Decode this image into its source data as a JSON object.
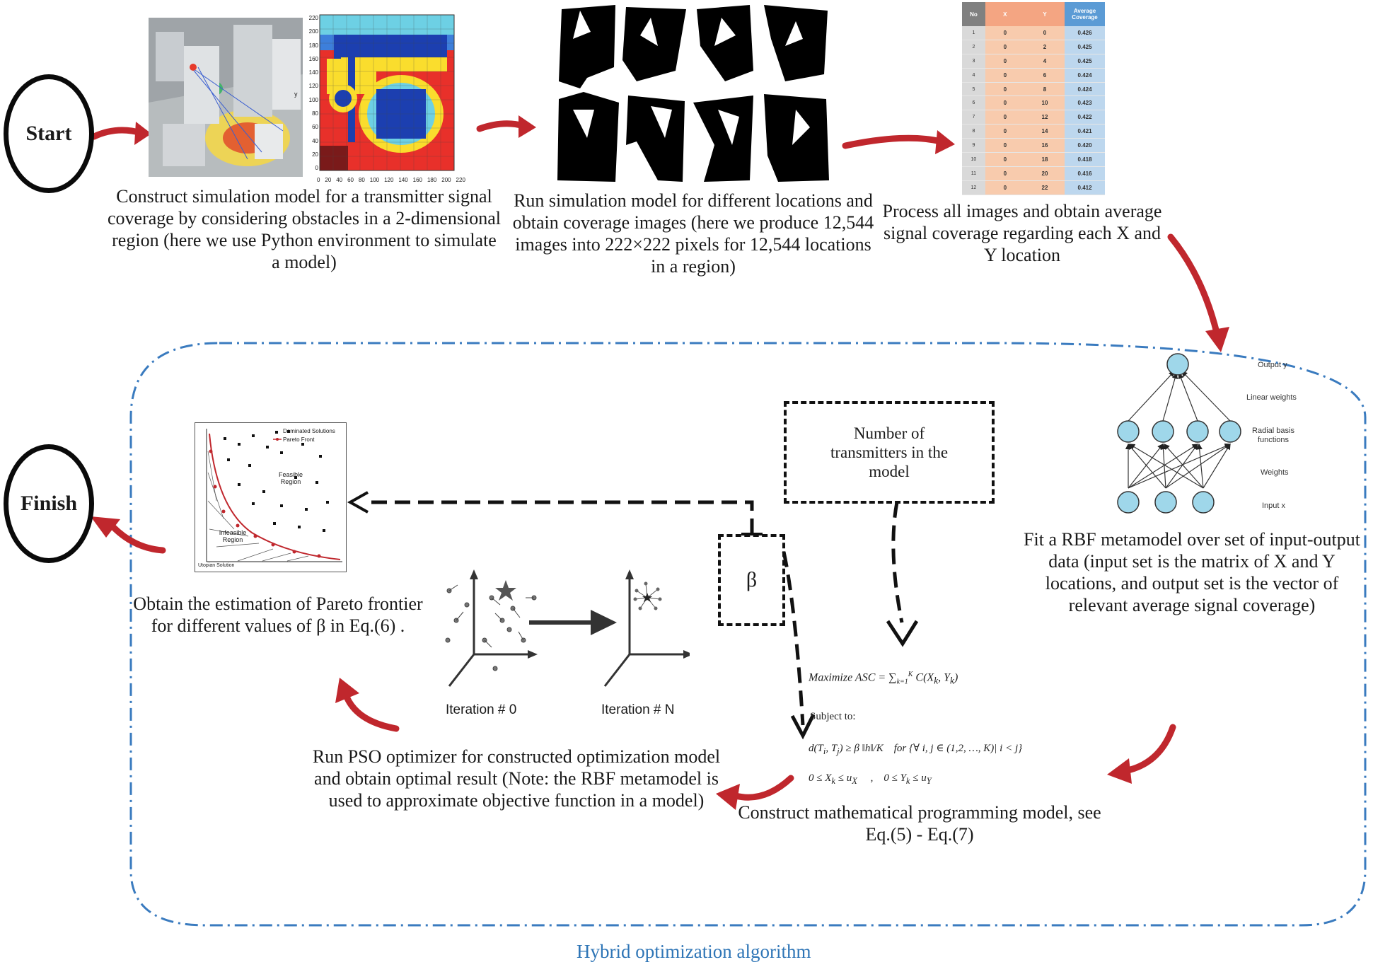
{
  "start_label": "Start",
  "finish_label": "Finish",
  "step1": {
    "caption": "Construct simulation model for a transmitter signal coverage by considering obstacles in a 2-dimensional region (here we use Python environment to simulate a model)",
    "heatmap_y_ticks": [
      "220",
      "200",
      "180",
      "160",
      "140",
      "120",
      "100",
      "80",
      "60",
      "40",
      "20",
      "0"
    ],
    "heatmap_x_ticks": [
      "0",
      "20",
      "40",
      "60",
      "80",
      "100",
      "120",
      "140",
      "160",
      "180",
      "200",
      "220"
    ],
    "heatmap_y_label": "y"
  },
  "step2": {
    "caption": "Run simulation model for different locations and obtain coverage images (here we produce 12,544 images into 222×222 pixels for 12,544 locations in a region)"
  },
  "step3": {
    "caption": "Process all images and obtain average signal coverage regarding each X and Y location",
    "table": {
      "headers": [
        "No",
        "X",
        "Y",
        "Average Coverage"
      ],
      "rows": [
        [
          "1",
          "0",
          "0",
          "0.426"
        ],
        [
          "2",
          "0",
          "2",
          "0.425"
        ],
        [
          "3",
          "0",
          "4",
          "0.425"
        ],
        [
          "4",
          "0",
          "6",
          "0.424"
        ],
        [
          "5",
          "0",
          "8",
          "0.424"
        ],
        [
          "6",
          "0",
          "10",
          "0.423"
        ],
        [
          "7",
          "0",
          "12",
          "0.422"
        ],
        [
          "8",
          "0",
          "14",
          "0.421"
        ],
        [
          "9",
          "0",
          "16",
          "0.420"
        ],
        [
          "10",
          "0",
          "18",
          "0.418"
        ],
        [
          "11",
          "0",
          "20",
          "0.416"
        ],
        [
          "12",
          "0",
          "22",
          "0.412"
        ]
      ],
      "colors": {
        "no_col": "#d9d9d9",
        "x_col": "#f8cbad",
        "y_col": "#f8cbad",
        "avg_col": "#bdd7ee",
        "header_no": "#808080",
        "header_x": "#f4a582",
        "header_avg": "#5b9bd5"
      }
    }
  },
  "step4": {
    "caption": "Fit a RBF metamodel over set of input-output data (input set is the matrix of X and Y locations, and output set is the vector of relevant average signal coverage)",
    "layer_labels": {
      "output": "Output y",
      "linear": "Linear weights",
      "radial": "Radial basis functions",
      "weights": "Weights",
      "input": "Input x"
    }
  },
  "step5": {
    "caption": "Construct mathematical programming model, see Eq.(5) - Eq.(7)",
    "eq_objective": "Maximize ASC = ∑ C(X",
    "eq_subject": "Subject to:",
    "eq_constraint": "d(T",
    "eq_bounds_x": "0 ≤ X",
    "eq_bounds_y": "0 ≤ Y"
  },
  "transmitters_box": "Number of transmitters in the model",
  "beta_box": "β",
  "step6": {
    "caption": "Run PSO optimizer for constructed optimization model and obtain optimal result (Note: the RBF metamodel is used to approximate objective function in a model)",
    "iter0": "Iteration # 0",
    "iterN": "Iteration # N"
  },
  "step7": {
    "caption": "Obtain the estimation of Pareto frontier for different values of β in Eq.(6) .",
    "legend_dominated": "Dominated Solutions",
    "legend_pareto": "Pareto Front",
    "feasible": "Feasible Region",
    "infeasible": "Infeasible Region",
    "utopian": "Utopian Solution"
  },
  "hybrid_label": "Hybrid optimization algorithm",
  "colors": {
    "arrow_red": "#c0272d",
    "dash_blue": "#3a7bbf",
    "text_blue": "#2e75b6"
  }
}
